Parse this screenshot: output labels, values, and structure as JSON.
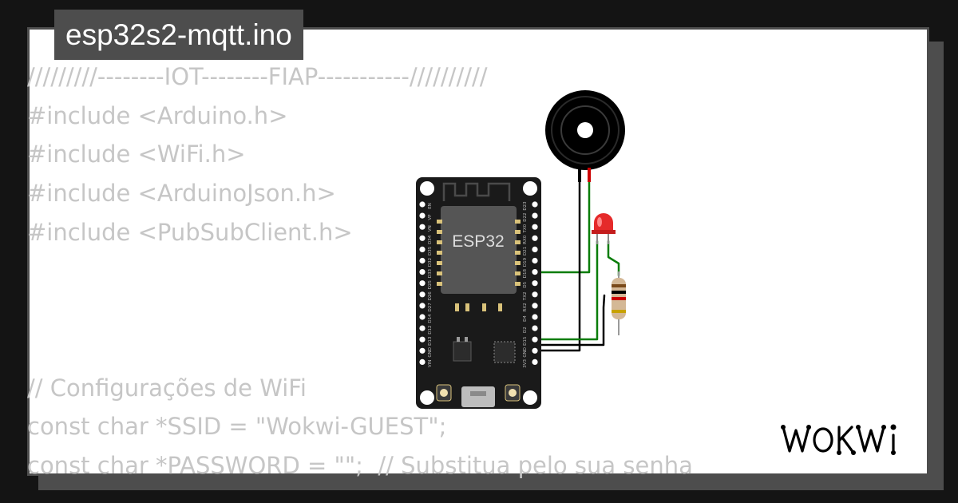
{
  "project": {
    "filename": "esp32s2-mqtt.ino"
  },
  "code_preview": {
    "lines": [
      "/////////--------IOT--------FIAP-----------//////////",
      "#include <Arduino.h>",
      "#include <WiFi.h>",
      "#include <ArduinoJson.h>",
      "#include <PubSubClient.h>",
      "",
      "",
      "",
      "// Configurações de WiFi",
      "const char *SSID = \"Wokwi-GUEST\";",
      "const char *PASSWORD = \"\";  // Substitua pelo sua senha"
    ]
  },
  "diagram": {
    "board_label": "ESP32",
    "left_pins": [
      "EN",
      "VP",
      "VN",
      "D34",
      "D35",
      "D32",
      "D33",
      "D25",
      "D26",
      "D27",
      "D14",
      "D12",
      "D13",
      "GND",
      "VIN"
    ],
    "right_pins": [
      "D23",
      "D22",
      "TX0",
      "RX0",
      "D21",
      "D19",
      "D18",
      "D5",
      "TX2",
      "RX2",
      "D4",
      "D2",
      "D15",
      "GND",
      "3V3"
    ],
    "components": [
      "piezo-buzzer-icon",
      "red-led-icon",
      "resistor-icon"
    ],
    "colors": {
      "board": "#1a1a1a",
      "wire_green": "#0a7d0a",
      "wire_black": "#000000",
      "wire_red": "#cc0000",
      "led": "#e52a2a"
    }
  },
  "brand": {
    "logo_text": "WOKWI"
  },
  "colors": {
    "background": "#141414",
    "card": "#ffffff",
    "border": "#4d4d4d",
    "code_text": "#c6c6c6"
  }
}
